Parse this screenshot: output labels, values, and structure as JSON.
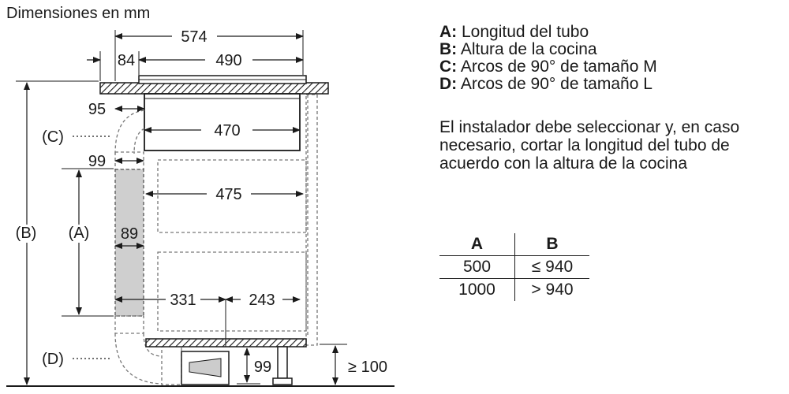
{
  "title": "Dimensiones en mm",
  "dimensions": {
    "d574": "574",
    "d84": "84",
    "d490": "490",
    "d95": "95",
    "d470": "470",
    "d99_top": "99",
    "d475": "475",
    "d89": "89",
    "d331": "331",
    "d243": "243",
    "d99_bottom": "99",
    "d100": "≥ 100"
  },
  "callouts": {
    "A": "(A)",
    "B": "(B)",
    "C": "(C)",
    "D": "(D)"
  },
  "legend": [
    {
      "key": "A:",
      "text": " Longitud del tubo"
    },
    {
      "key": "B:",
      "text": " Altura de la cocina"
    },
    {
      "key": "C:",
      "text": " Arcos de 90° de tamaño M"
    },
    {
      "key": "D:",
      "text": " Arcos de 90° de tamaño L"
    }
  ],
  "note": "El instalador debe seleccionar y, en caso necesario, cortar la longitud del tubo de acuerdo con la altura de la cocina",
  "table": {
    "headers": [
      "A",
      "B"
    ],
    "rows": [
      [
        "500",
        "≤ 940"
      ],
      [
        "1000",
        "> 940"
      ]
    ]
  }
}
